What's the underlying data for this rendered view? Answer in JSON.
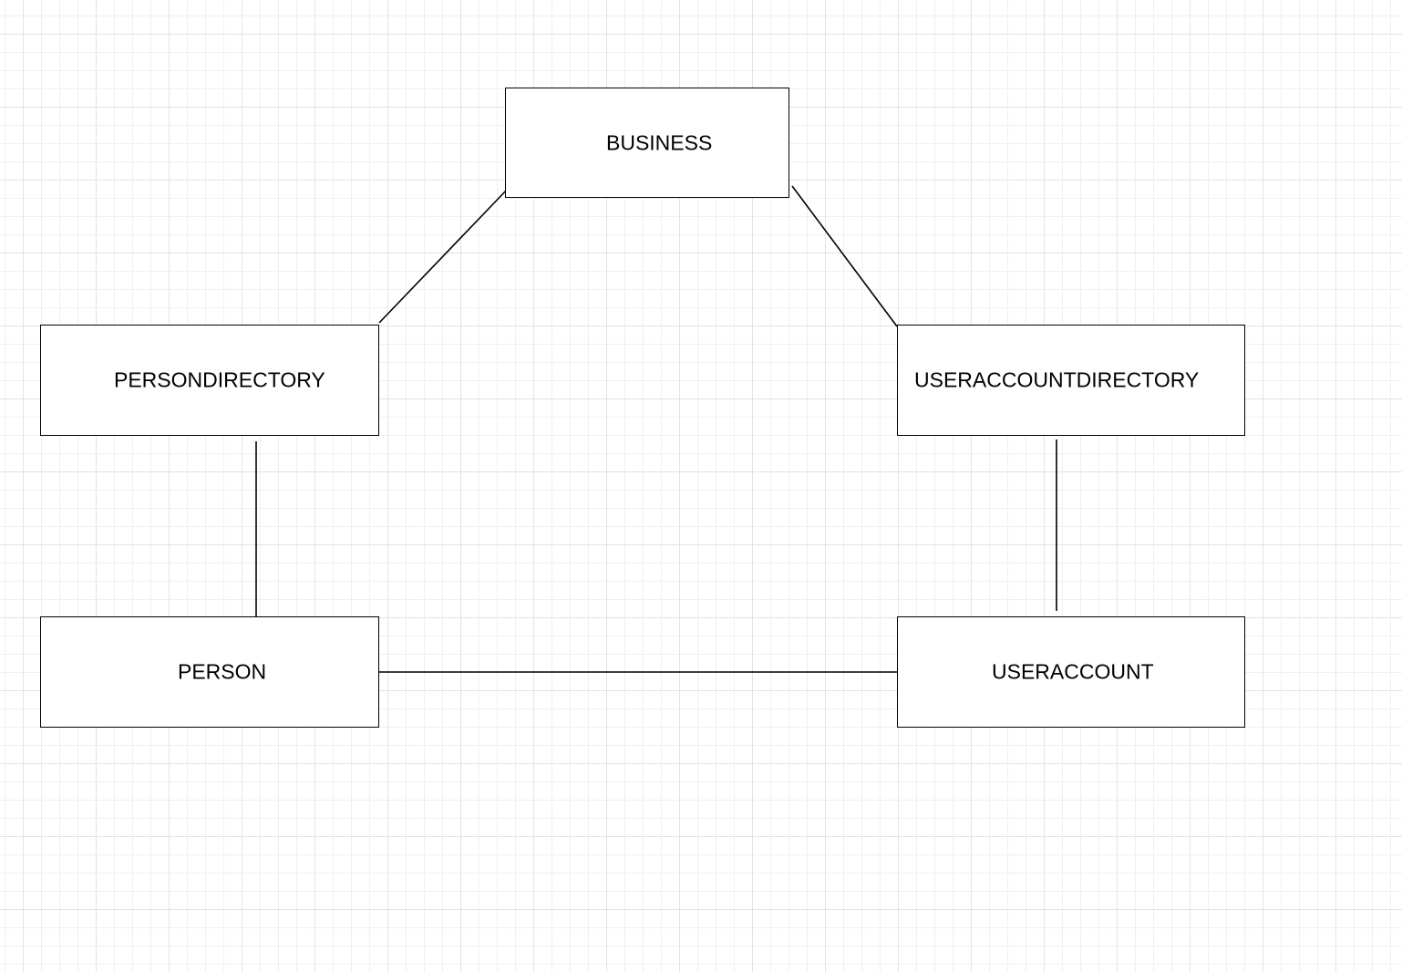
{
  "diagram": {
    "nodes": {
      "business": "BUSINESS",
      "persondirectory": "PERSONDIRECTORY",
      "useraccountdirectory": "USERACCOUNTDIRECTORY",
      "person": "PERSON",
      "useraccount": "USERACCOUNT"
    },
    "edges": [
      {
        "from": "business",
        "to": "persondirectory"
      },
      {
        "from": "business",
        "to": "useraccountdirectory"
      },
      {
        "from": "persondirectory",
        "to": "person"
      },
      {
        "from": "useraccountdirectory",
        "to": "useraccount"
      },
      {
        "from": "person",
        "to": "useraccount"
      }
    ]
  }
}
